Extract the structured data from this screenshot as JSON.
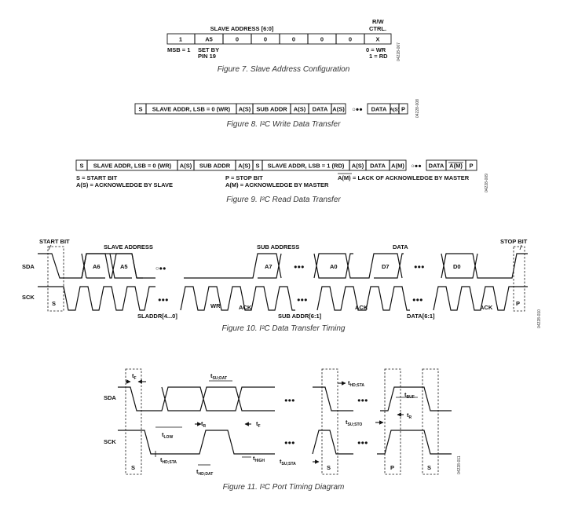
{
  "fig7": {
    "header_slave": "SLAVE ADDRESS [6:0]",
    "header_rw_1": "R/W",
    "header_rw_2": "CTRL.",
    "cells": [
      "1",
      "A5",
      "0",
      "0",
      "0",
      "0",
      "0",
      "X"
    ],
    "note_msb": "MSB = 1",
    "note_set_1": "SET BY",
    "note_set_2": "PIN 19",
    "note_wr": "0 = WR",
    "note_rd": "1 = RD",
    "side_code": "04228-007",
    "caption": "Figure 7. Slave Address Configuration"
  },
  "fig8": {
    "cells": [
      "S",
      "SLAVE ADDR, LSB = 0 (WR)",
      "A(S)",
      "SUB ADDR",
      "A(S)",
      "DATA",
      "A(S)",
      "DATA",
      "A(S)",
      "P"
    ],
    "ellipsis": "○●●",
    "side_code": "04228-008",
    "caption": "Figure 8. I²C Write Data Transfer"
  },
  "fig9": {
    "cells": [
      "S",
      "SLAVE ADDR, LSB = 0 (WR)",
      "A(S)",
      "SUB ADDR",
      "A(S)",
      "S",
      "SLAVE ADDR, LSB = 1 (RD)",
      "A(S)",
      "DATA",
      "A(M)",
      "DATA",
      "A(M)",
      "P"
    ],
    "ellipsis": "○●●",
    "legend_s": "S = START BIT",
    "legend_as": "A(S) = ACKNOWLEDGE BY SLAVE",
    "legend_p": "P = STOP BIT",
    "legend_am": "A(M) = ACKNOWLEDGE BY MASTER",
    "legend_nam_sym": "A(M)",
    "legend_nam_text": " = LACK OF ACKNOWLEDGE BY MASTER",
    "side_code": "04228-009",
    "caption": "Figure 9. I²C Read Data Transfer"
  },
  "fig10": {
    "start_bit": "START BIT",
    "stop_bit": "STOP BIT",
    "slave_address": "SLAVE ADDRESS",
    "sub_address": "SUB ADDRESS",
    "data": "DATA",
    "sda": "SDA",
    "sck": "SCK",
    "bits": [
      "A6",
      "A5",
      "A7",
      "A0",
      "D7",
      "D0"
    ],
    "s_label": "S",
    "p_label": "P",
    "wr": "WR",
    "ack": "ACK",
    "sladdr": "SLADDR[4...0]",
    "subaddr": "SUB ADDR[6:1]",
    "databits": "DATA[6:1]",
    "dots": "●●●",
    "dots_open": "○●●",
    "side_code": "04228-010",
    "caption": "Figure 10. I²C Data Transfer Timing"
  },
  "fig11": {
    "sda": "SDA",
    "sck": "SCK",
    "s_label": "S",
    "p_label": "P",
    "t": "t",
    "sub_f": "F",
    "sub_sudat": "SU;DAT",
    "sub_hdsta": "HD;STA",
    "sub_buf": "BUF",
    "sub_r": "R",
    "sub_low": "LOW",
    "sub_high": "HIGH",
    "sub_hddat": "HD;DAT",
    "sub_susta": "SU;STA",
    "sub_susto": "SU;STO",
    "dots": "●●●",
    "side_code": "04228-011",
    "caption": "Figure 11. I²C Port Timing Diagram"
  }
}
